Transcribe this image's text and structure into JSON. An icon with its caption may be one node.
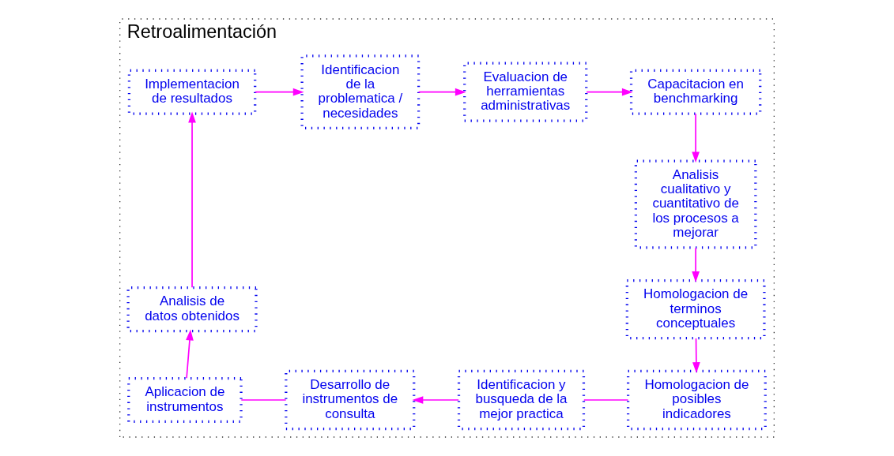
{
  "diagram": {
    "nodes": [
      {
        "text": [
          "Retroalimentación"
        ]
      },
      {
        "text": [
          "Identificacion de la problematica / necesidades"
        ],
        "in": 0
      },
      {
        "text": [
          "Evaluacion de herramientas administrativas"
        ],
        "in": 0
      },
      {
        "text": [
          "Capacitacion en benchmarking"
        ],
        "in": 0
      },
      {
        "text": [
          "Analisis cualitativo y cuantitativo de los procesos a mejorar"
        ],
        "in": 0
      },
      {
        "text": [
          "Homologacion de terminos conceptuales"
        ],
        "in": 0
      },
      {
        "text": [
          "Homologacion de posibles indicadores"
        ],
        "in": 0
      },
      {
        "text": [
          "Identificacion y busqueda de la mejor practica"
        ],
        "in": 0
      },
      {
        "text": [
          "Desarrollo de instrumentos de consulta"
        ],
        "in": 0
      },
      {
        "text": [
          "Aplicacion de instrumentos"
        ],
        "in": 0
      },
      {
        "text": [
          "Analisis de datos obtenidos"
        ],
        "in": 0
      },
      {
        "text": [
          "Implementacion de resultados"
        ],
        "in": 0
      }
    ],
    "edges": [
      {
        "from": 11,
        "to": 1,
        "arrow": "to"
      },
      {
        "from": 1,
        "to": 2,
        "arrow": "to"
      },
      {
        "from": 2,
        "to": 3,
        "arrow": "to"
      },
      {
        "from": 3,
        "to": 4,
        "arrow": "to"
      },
      {
        "from": 4,
        "to": 5,
        "arrow": "to"
      },
      {
        "from": 5,
        "to": 6,
        "arrow": "to"
      },
      {
        "from": 6,
        "to": 7,
        "arrow": "none"
      },
      {
        "from": 7,
        "to": 8,
        "arrow": "to"
      },
      {
        "from": 8,
        "to": 9,
        "arrow": "none"
      },
      {
        "from": 9,
        "to": 10,
        "arrow": "to"
      },
      {
        "from": 10,
        "to": 11,
        "arrow": "to"
      }
    ]
  }
}
